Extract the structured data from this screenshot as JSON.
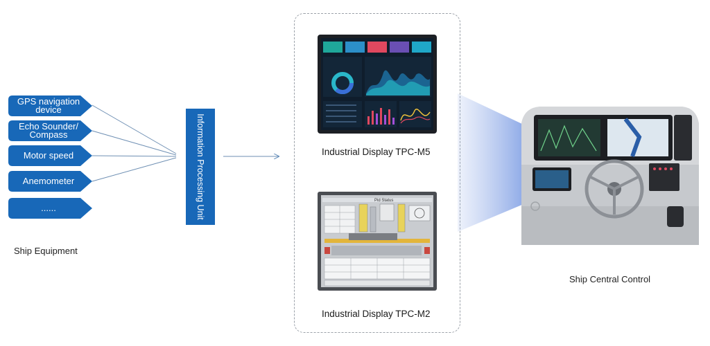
{
  "equipment": {
    "items": [
      "GPS navigation device",
      "Echo Sounder/ Compass",
      "Motor speed",
      "Anemometer",
      "......"
    ],
    "group_label": "Ship Equipment"
  },
  "processing_unit": {
    "label": "Information Processing Unit"
  },
  "displays": [
    {
      "label": "Industrial Display TPC-M5"
    },
    {
      "label": "Industrial Display TPC-M2",
      "screen_title": "Pid Status"
    }
  ],
  "control": {
    "label": "Ship Central Control"
  },
  "colors": {
    "tag_blue": "#1868b8",
    "connector": "#5b88b8",
    "beam": "#8ea9e6"
  }
}
